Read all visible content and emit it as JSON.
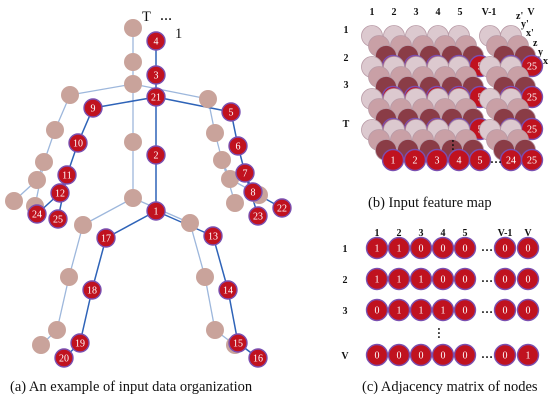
{
  "skeleton": {
    "time_label": "T",
    "one_label": "1",
    "ellipsis": "…",
    "caption": "(a) An example of input data organization",
    "joints": [
      "1",
      "2",
      "3",
      "4",
      "5",
      "6",
      "7",
      "8",
      "9",
      "10",
      "11",
      "12",
      "13",
      "14",
      "15",
      "16",
      "17",
      "18",
      "19",
      "20",
      "21",
      "22",
      "23",
      "24",
      "25"
    ]
  },
  "feature_map": {
    "col_headers": [
      "1",
      "2",
      "3",
      "4",
      "5",
      "V-1",
      "V"
    ],
    "row_headers": [
      "1",
      "2",
      "3",
      "T"
    ],
    "axis_labels": [
      "z'",
      "y'",
      "x'",
      "z",
      "y",
      "x"
    ],
    "node_labels": [
      "1",
      "2",
      "3",
      "4",
      "5",
      "24",
      "25"
    ],
    "ellipsis": "…",
    "caption": "(b) Input feature map"
  },
  "adjacency": {
    "col_headers": [
      "1",
      "2",
      "3",
      "4",
      "5",
      "V-1",
      "V"
    ],
    "row_headers": [
      "1",
      "2",
      "3",
      "V"
    ],
    "rows": [
      [
        "1",
        "1",
        "0",
        "0",
        "0",
        "0",
        "0"
      ],
      [
        "1",
        "1",
        "1",
        "0",
        "0",
        "0",
        "0"
      ],
      [
        "0",
        "1",
        "1",
        "1",
        "0",
        "0",
        "0"
      ],
      [
        "0",
        "0",
        "0",
        "0",
        "0",
        "0",
        "1"
      ]
    ],
    "ellipsis": "…",
    "caption": "(c) Adjacency matrix of nodes"
  },
  "colors": {
    "node_red": "#c0121f",
    "node_edge": "#7a4fb0",
    "ghost": "#c9a39b",
    "bone": "#2e63b8",
    "bone_light": "#9db7dc"
  }
}
